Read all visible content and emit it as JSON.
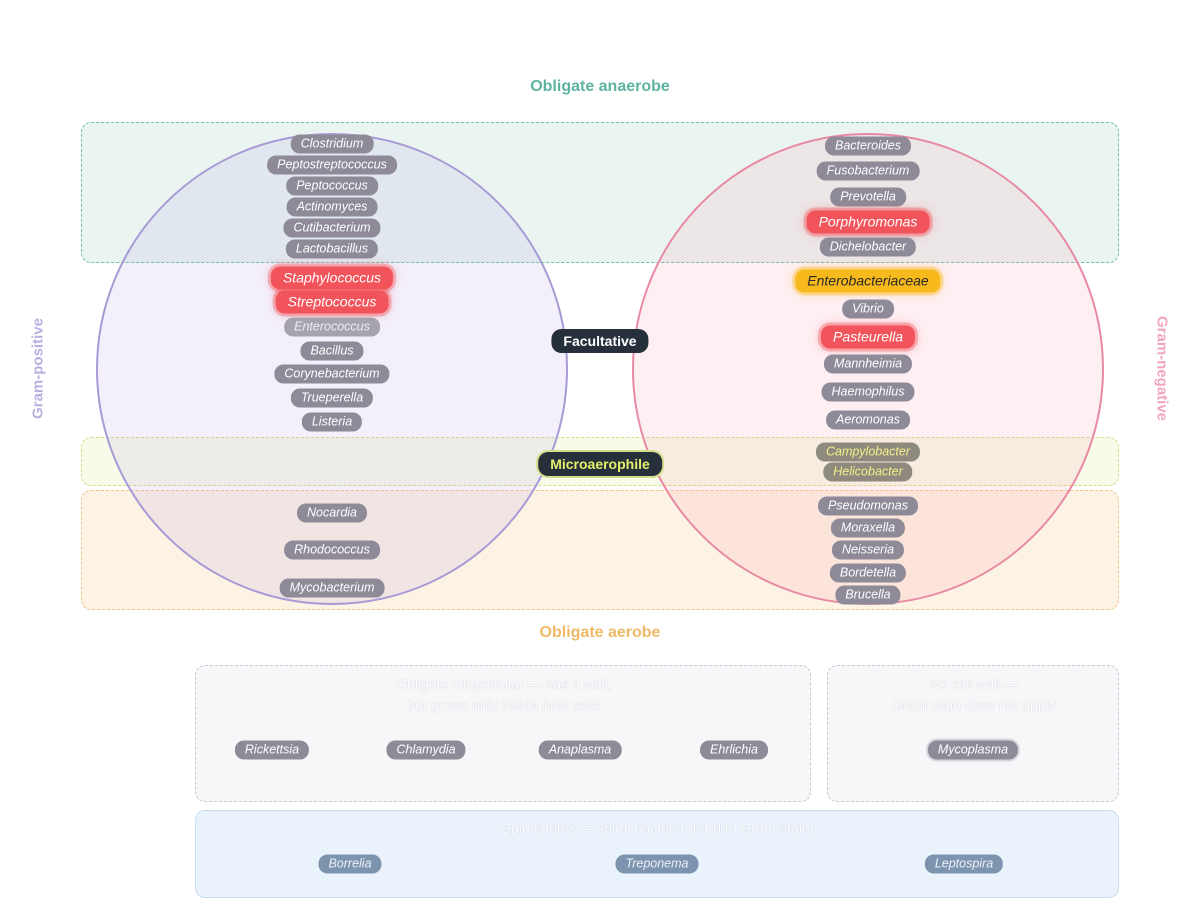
{
  "bands": {
    "anaerobe_title": "Obligate anaerobe",
    "aerobe_title": "Obligate aerobe",
    "facultative_label": "Facultative",
    "microaerophile_label": "Microaerophile"
  },
  "sets": {
    "gram_positive_label": "Gram-positive",
    "gram_negative_label": "Gram-negative"
  },
  "gram_positive": {
    "anaerobe": [
      "Clostridium",
      "Peptostreptococcus",
      "Peptococcus",
      "Actinomyces",
      "Cutibacterium",
      "Lactobacillus"
    ],
    "facultative_highlight": [
      "Staphylococcus",
      "Streptococcus"
    ],
    "facultative": [
      "Enterococcus",
      "Bacillus",
      "Corynebacterium",
      "Trueperella",
      "Listeria"
    ],
    "aerobe": [
      "Nocardia",
      "Rhodococcus",
      "Mycobacterium"
    ]
  },
  "gram_negative": {
    "anaerobe": [
      "Bacteroides",
      "Fusobacterium",
      "Prevotella",
      "Porphyromonas",
      "Dichelobacter"
    ],
    "facultative": [
      "Enterobacteriaceae",
      "Vibrio",
      "Pasteurella",
      "Mannheimia",
      "Haemophilus",
      "Aeromonas"
    ],
    "microaerophile": [
      "Campylobacter",
      "Helicobacter"
    ],
    "aerobe": [
      "Pseudomonas",
      "Moraxella",
      "Neisseria",
      "Bordetella",
      "Brucella"
    ]
  },
  "intracellular": {
    "note_line1": "Obligate intracellular — has a wall,",
    "note_line2": "but grows only inside host cells",
    "items": [
      "Rickettsia",
      "Chlamydia",
      "Anaplasma",
      "Ehrlichia"
    ]
  },
  "no_wall": {
    "note_line1": "No cell wall —",
    "note_line2": "Gram stain does not apply",
    "items": [
      "Mycoplasma"
    ]
  },
  "spirochetes": {
    "note": "Spirochetes — spiral bacteria (hard to Gram-stain)",
    "items": [
      "Borrelia",
      "Treponema",
      "Leptospira"
    ]
  },
  "colors": {
    "anaerobe": "#5fb3a1",
    "aerobe": "#f0b968",
    "gram_positive": "#a79ad6",
    "gram_negative": "#e88aa4",
    "highlight_red": "#f2545b",
    "highlight_gold": "#f8b91c"
  }
}
